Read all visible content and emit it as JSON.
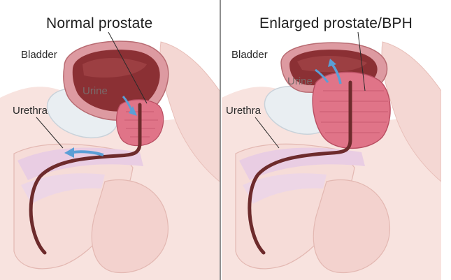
{
  "panels": [
    {
      "title": "Normal prostate",
      "labels": {
        "bladder": "Bladder",
        "urine": "Urine",
        "urethra": "Urethra"
      }
    },
    {
      "title": "Enlarged prostate/BPH",
      "labels": {
        "bladder": "Bladder",
        "urine": "Urine",
        "urethra": "Urethra"
      }
    }
  ],
  "colors": {
    "skin": "#f6dcd8",
    "bladder_wall": "#d88f96",
    "bladder_interior": "#8a2e32",
    "prostate": "#e06f84",
    "urethra": "#6b2a2b",
    "bone": "#e7c9dc",
    "arrow": "#5a9fd6",
    "pubic_pad": "#e8edf1",
    "divider": "#8e8e8e"
  }
}
